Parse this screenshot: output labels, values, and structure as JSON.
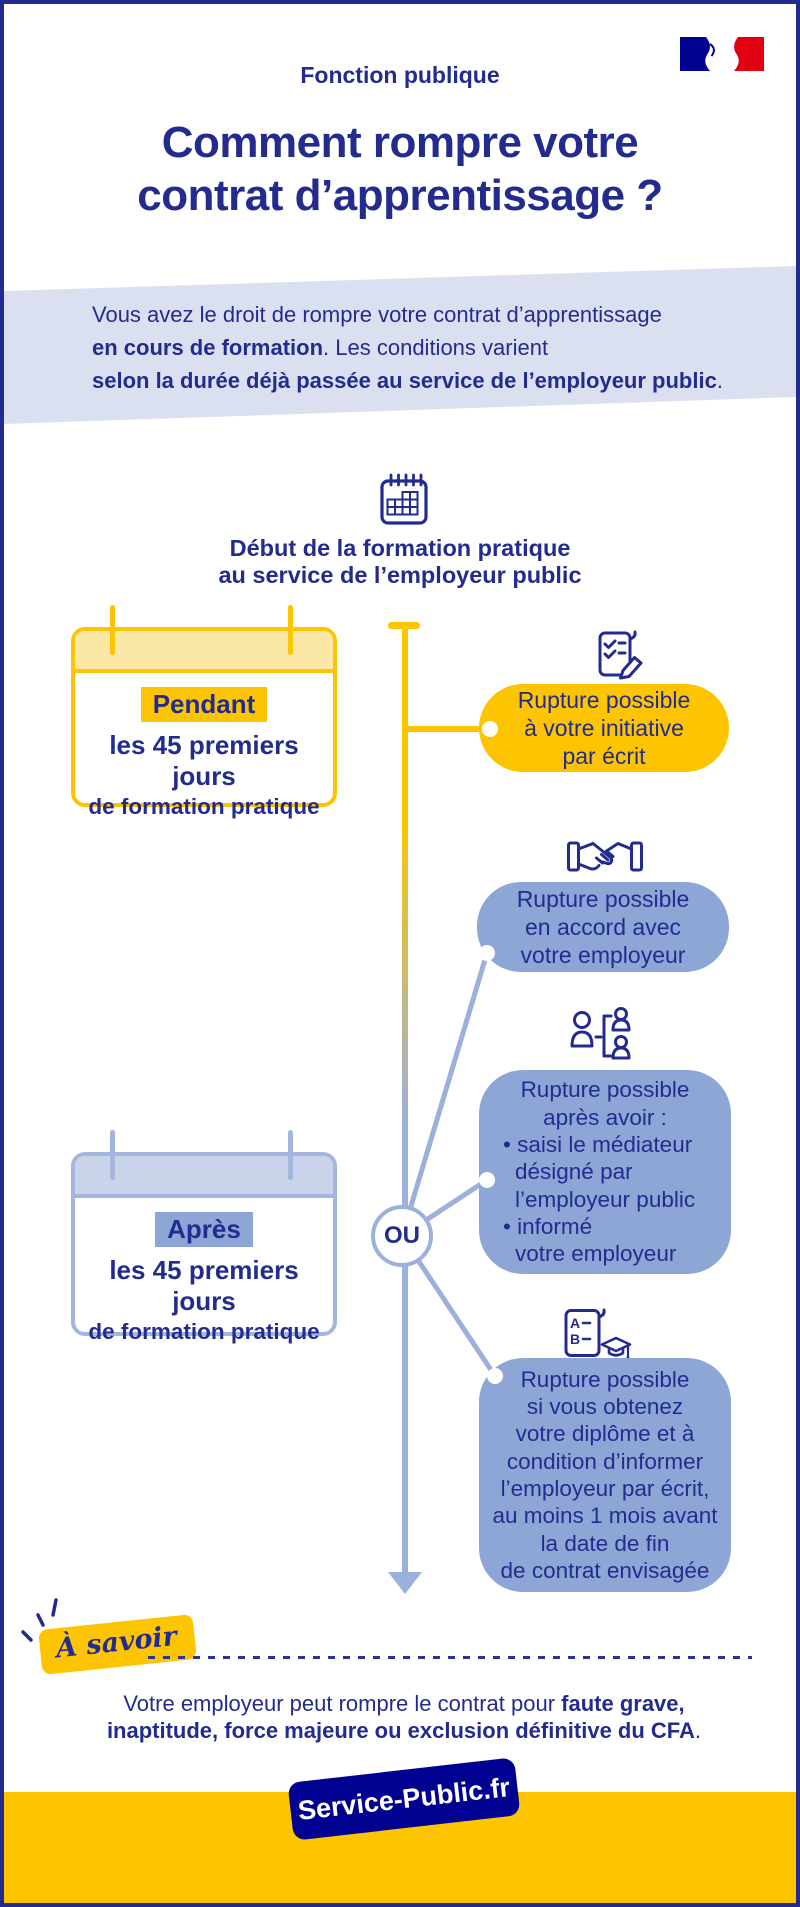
{
  "colors": {
    "navy": "#232c8e",
    "government_blue": "#000091",
    "red": "#e1000f",
    "yellow": "#fdc500",
    "pale_yellow": "#fbe8a6",
    "lavender_band": "#dbe0f1",
    "periwinkle_bubble": "#8ea6d6",
    "periwinkle_border": "#a5b6de",
    "connector": "#9cb0dc"
  },
  "header": {
    "brand": "Fonction publique",
    "flag_icon": "french-flag-marianne",
    "title_line1": "Comment rompre votre",
    "title_line2": "contrat d’apprentissage ?"
  },
  "intro": {
    "line1": "Vous avez le droit de rompre votre contrat d’apprentissage",
    "line2_bold": "en cours de formation",
    "line2_rest": ". Les conditions varient",
    "line3_bold": "selon la durée déjà passée au service de l’employeur public",
    "line3_rest": "."
  },
  "timeline": {
    "start_icon": "calendar-grid",
    "start_line1": "Début de la formation pratique",
    "start_line2": "au service de l’employeur public",
    "or_label": "OU"
  },
  "periods": {
    "during": {
      "tag": "Pendant",
      "line1": "les 45 premiers jours",
      "line2": "de formation pratique"
    },
    "after": {
      "tag": "Après",
      "line1": "les 45 premiers jours",
      "line2": "de formation pratique"
    }
  },
  "outcomes": {
    "initiative": {
      "icon": "checklist-pen",
      "lines": [
        "Rupture possible",
        "à votre initiative",
        "par écrit"
      ]
    },
    "agreement": {
      "icon": "handshake",
      "lines": [
        "Rupture possible",
        "en accord avec",
        "votre employeur"
      ]
    },
    "mediator": {
      "icon": "people-bracket",
      "lines": [
        "Rupture possible",
        "après avoir :",
        "• saisi le médiateur",
        "désigné par",
        "l’employeur public",
        "• informé",
        "votre employeur"
      ]
    },
    "diploma": {
      "icon": "document-graduation",
      "lines": [
        "Rupture possible",
        "si vous obtenez",
        "votre diplôme et à",
        "condition d’informer",
        "l’employeur par écrit,",
        "au moins 1 mois avant",
        "la date de fin",
        "de contrat envisagée"
      ]
    }
  },
  "know": {
    "spark_icon": "spark-burst",
    "badge": "À savoir",
    "text_regular": "Votre employeur peut rompre le contrat pour ",
    "text_bold1": "faute grave,",
    "text_bold2": "inaptitude, force majeure ou exclusion définitive du CFA",
    "text_end": "."
  },
  "footer": {
    "brand": "Service-Public.fr"
  }
}
